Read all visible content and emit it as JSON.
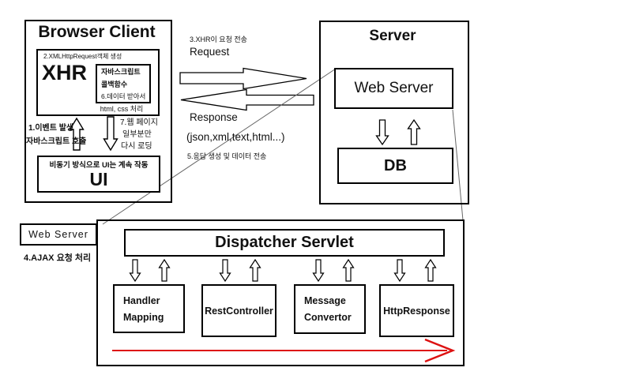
{
  "browser_client": {
    "title": "Browser Client",
    "xhr_label": "2.XMLHttpRequest객체 생성",
    "xhr_name": "XHR",
    "callback_line1": "자바스크립트",
    "callback_line2": "콜백함수",
    "callback_line3": "6.데이터 받아서",
    "xhr_footer": "html, css 처리",
    "event_note1": "1.이벤트 발생",
    "event_note2": "자바스크립트 호출",
    "reload_note1": "7.웹 페이지",
    "reload_note2": "일부분만",
    "reload_note3": "다시 로딩",
    "ui_note": "비동기 방식으로 UI는 계속 작동",
    "ui_name": "UI"
  },
  "exchange": {
    "request_note": "3.XHR이 요청 전송",
    "request_label": "Request",
    "response_label": "Response",
    "response_formats": "(json,xml,text,html...)",
    "response_note": "5.응답 생성 및 데이터 전송"
  },
  "server": {
    "title": "Server",
    "web_server_label": "Web Server",
    "db_label": "DB"
  },
  "servlet_panel": {
    "web_server_tag": "Web Server",
    "ajax_note": "4.AJAX 요청 처리",
    "dispatcher_label": "Dispatcher Servlet",
    "components": [
      {
        "lines": [
          "Handler",
          "Mapping"
        ]
      },
      {
        "lines": [
          "RestController"
        ]
      },
      {
        "lines": [
          "Message",
          "Convertor"
        ]
      },
      {
        "lines": [
          "HttpResponse"
        ]
      }
    ]
  },
  "colors": {
    "flow_arrow_red": "#dd1111",
    "callout_line": "#666666",
    "diagram_line": "#000000"
  }
}
